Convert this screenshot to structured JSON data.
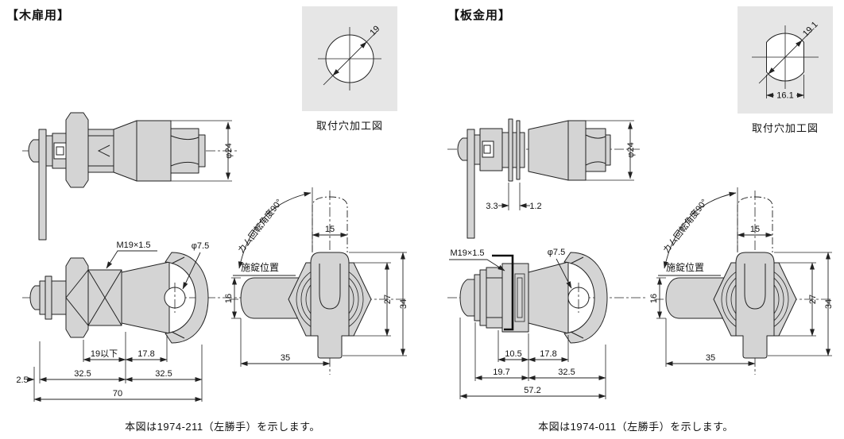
{
  "panels": {
    "left": {
      "title": "【木扉用】",
      "hole": {
        "caption": "取付穴加工図",
        "dia": "19"
      },
      "dims": {
        "phi24": "φ24",
        "m19": "M19×1.5",
        "phi75": "φ7.5",
        "max19": "19以下",
        "d178": "17.8",
        "d25": "2.5",
        "d325a": "32.5",
        "d325b": "32.5",
        "d70": "70",
        "d15": "15",
        "d16": "16",
        "d27": "27",
        "d34": "34",
        "d35": "35"
      },
      "labels": {
        "lock_position": "施錠位置",
        "cam_rotation": "カム回転角度90°"
      },
      "note": "本図は1974-211（左勝手）を示します。"
    },
    "right": {
      "title": "【板金用】",
      "hole": {
        "caption": "取付穴加工図",
        "dia": "19.1",
        "width": "16.1"
      },
      "dims": {
        "phi24": "φ24",
        "d33": "3.3",
        "d12": "1.2",
        "m19": "M19×1.5",
        "phi75": "φ7.5",
        "d105": "10.5",
        "d178": "17.8",
        "d197": "19.7",
        "d325": "32.5",
        "d572": "57.2",
        "d15": "15",
        "d16": "16",
        "d27": "27",
        "d34": "34",
        "d35": "35"
      },
      "labels": {
        "lock_position": "施錠位置",
        "cam_rotation": "カム回転角度90°"
      },
      "note": "本図は1974-011（左勝手）を示します。"
    }
  }
}
